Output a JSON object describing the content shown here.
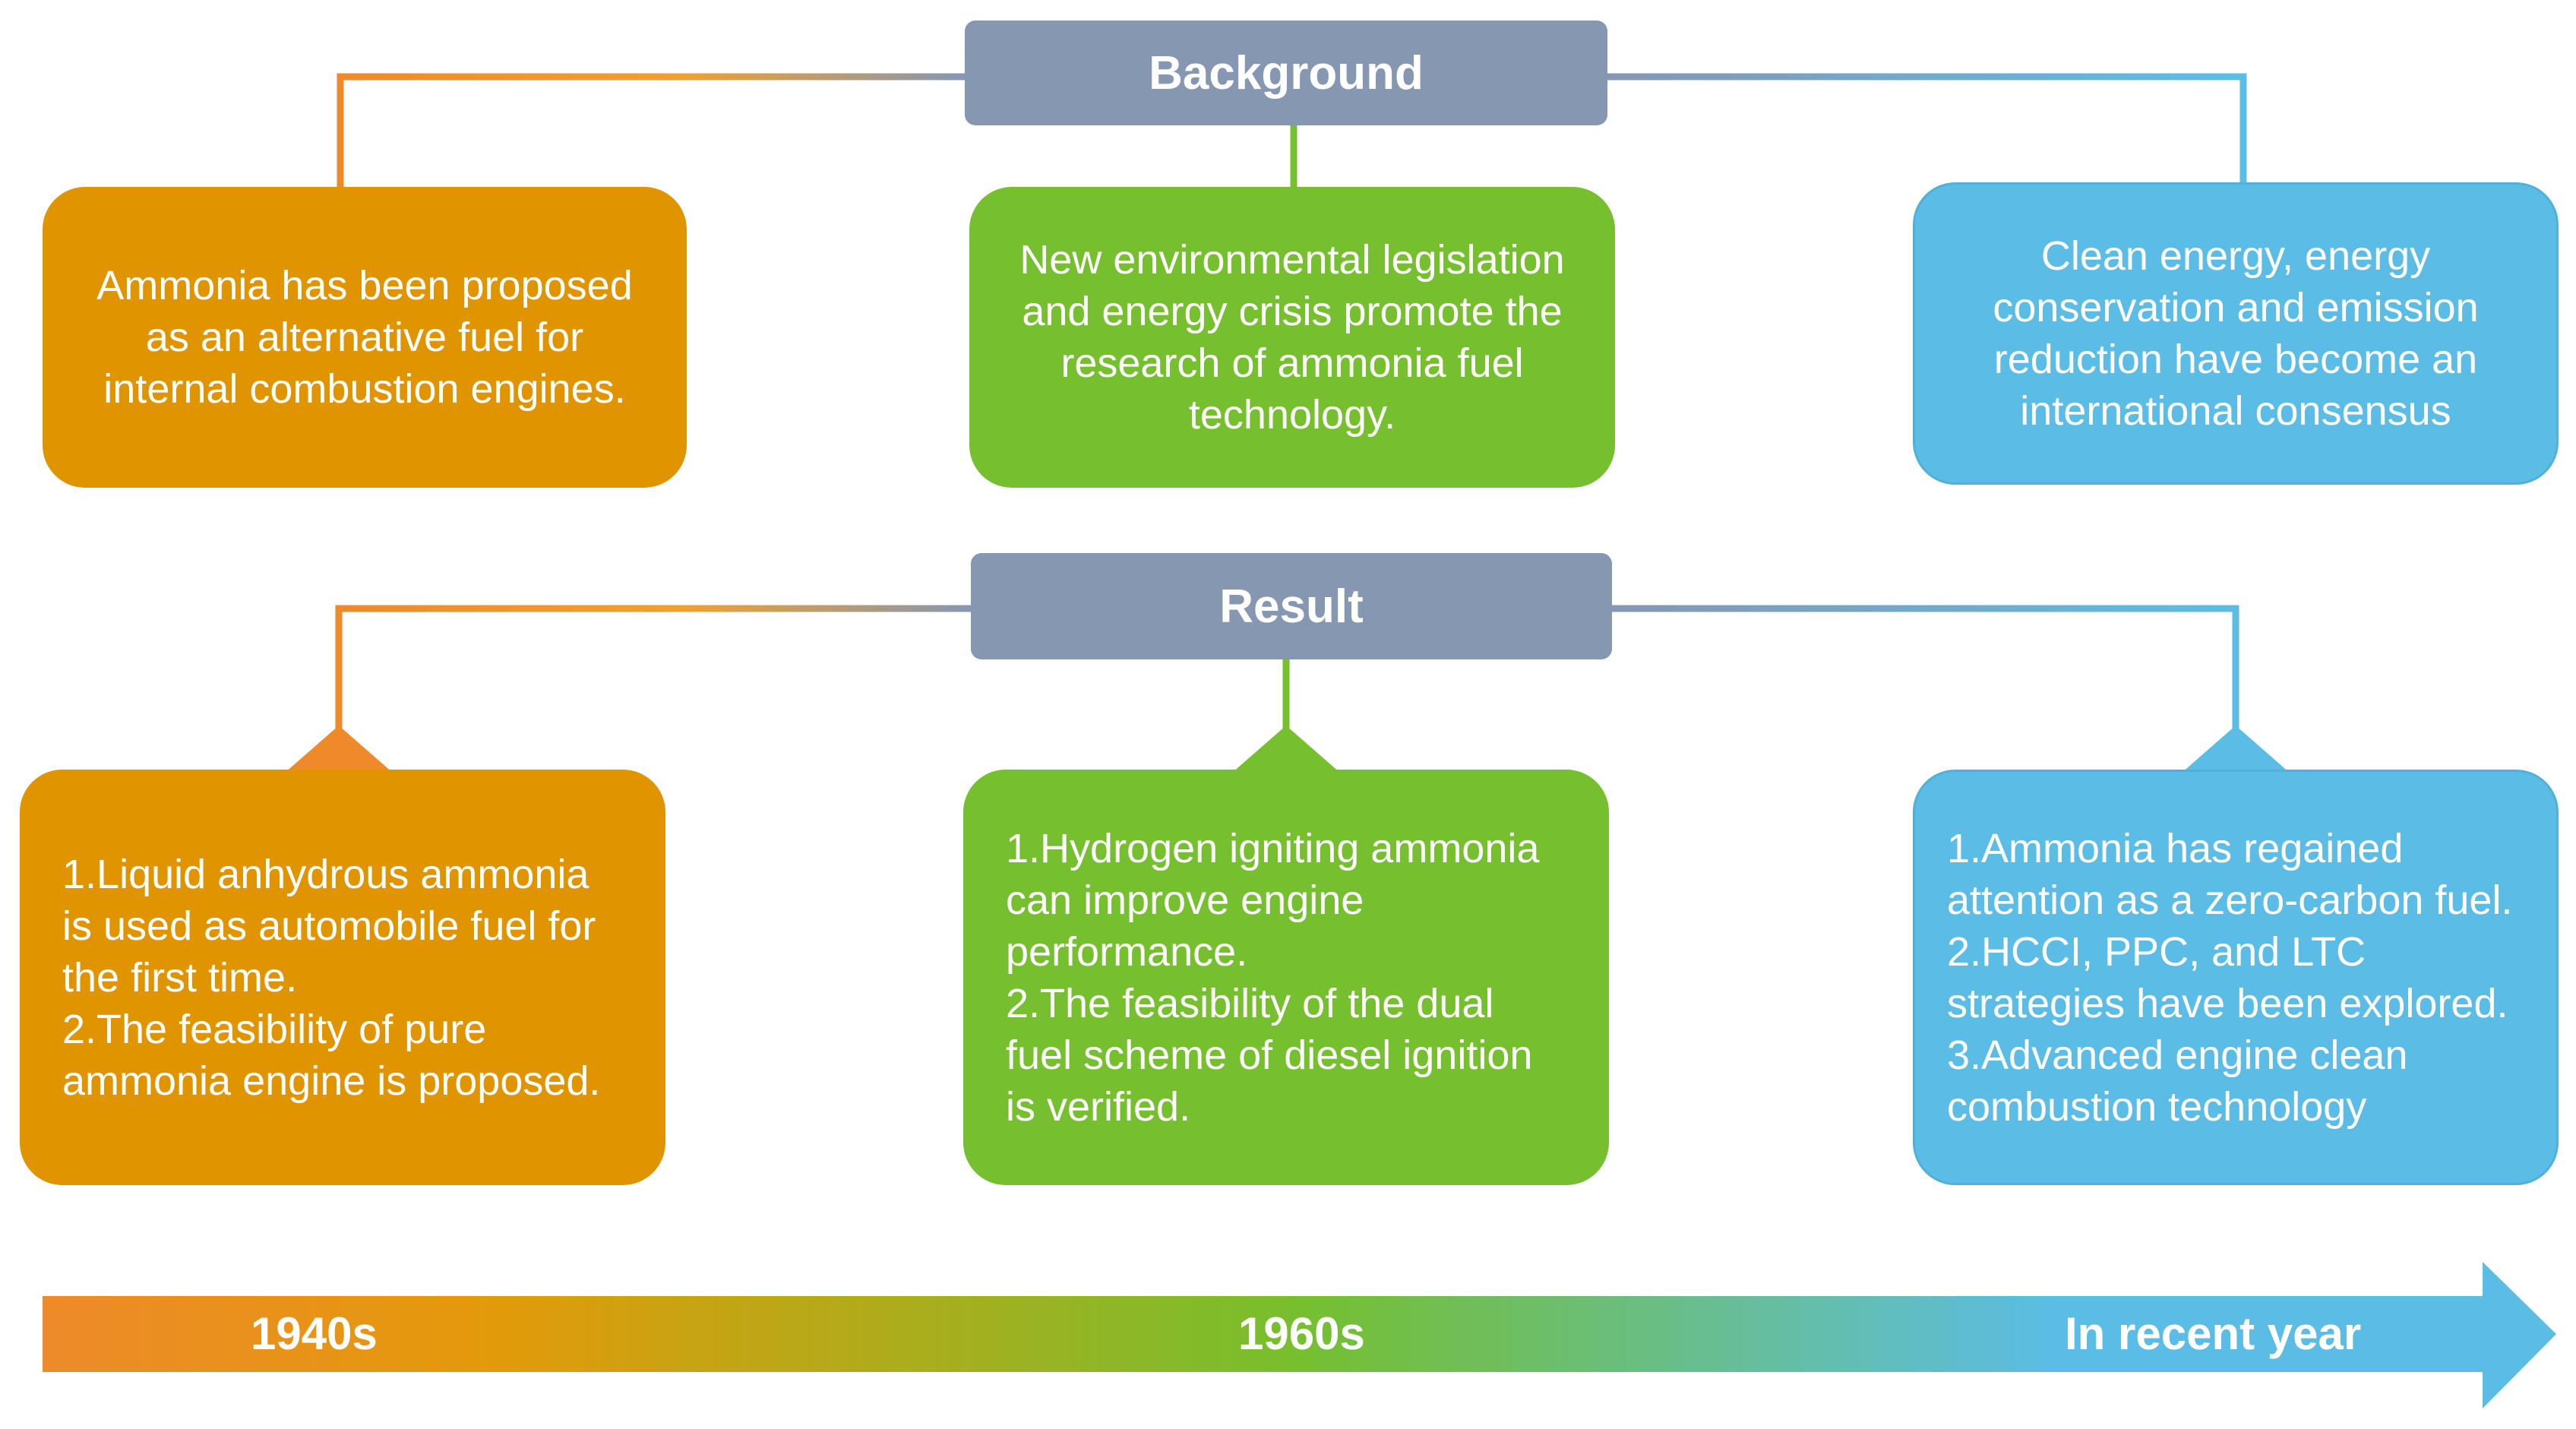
{
  "headers": {
    "background": "Background",
    "result": "Result"
  },
  "background_boxes": [
    {
      "text": "Ammonia has been proposed\nas an alternative fuel for\ninternal combustion engines.",
      "color": "#e09400"
    },
    {
      "text": "New environmental legislation\nand energy crisis promote the\nresearch of ammonia fuel\ntechnology.",
      "color": "#76bf2e"
    },
    {
      "text": "Clean energy, energy\nconservation and emission\nreduction have become an\ninternational consensus",
      "color": "#5bbde5"
    }
  ],
  "result_boxes": [
    {
      "text": "1.Liquid anhydrous ammonia\nis used as automobile fuel for\nthe first time.\n2.The feasibility of pure\nammonia engine is proposed.",
      "color": "#e09400"
    },
    {
      "text": "1.Hydrogen igniting ammonia\ncan improve engine\nperformance.\n2.The feasibility of the dual\nfuel scheme of diesel ignition\nis verified.",
      "color": "#76bf2e"
    },
    {
      "text": "1.Ammonia has regained\nattention as a zero-carbon fuel.\n2.HCCI, PPC, and LTC\nstrategies have been explored.\n3.Advanced engine clean\ncombustion technology",
      "color": "#5bbde5"
    }
  ],
  "timeline": {
    "labels": [
      "1940s",
      "1960s",
      "In recent year"
    ],
    "colors": [
      "#ee8a2a",
      "#e39a0a",
      "#76bf2e",
      "#5bbde5"
    ]
  },
  "connector_colors": {
    "orange": "#ee8a2a",
    "green": "#76bf2e",
    "blue": "#5bbde5",
    "slate": "#8697b2"
  }
}
